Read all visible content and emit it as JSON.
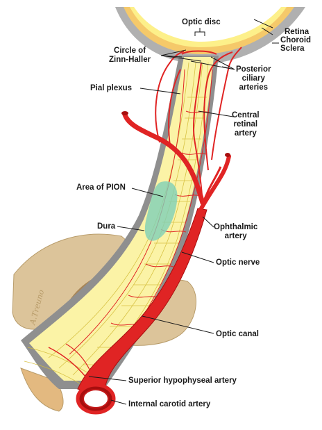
{
  "labels": {
    "optic_disc": "Optic disc",
    "retina": "Retina",
    "choroid": "Choroid",
    "sclera": "Sclera",
    "circle_zinn_line1": "Circle of",
    "circle_zinn_line2": "Zinn-Haller",
    "posterior_ciliary_line1": "Posterior",
    "posterior_ciliary_line2": "ciliary",
    "posterior_ciliary_line3": "arteries",
    "pial_plexus": "Pial plexus",
    "central_retinal_line1": "Central",
    "central_retinal_line2": "retinal",
    "central_retinal_line3": "artery",
    "area_pion": "Area of PION",
    "dura": "Dura",
    "ophthalmic_line1": "Ophthalmic",
    "ophthalmic_line2": "artery",
    "optic_nerve": "Optic nerve",
    "optic_canal": "Optic canal",
    "superior_hypophyseal": "Superior hypophyseal artery",
    "internal_carotid": "Internal carotid artery"
  },
  "signature": "A.Treuno",
  "colors": {
    "artery": "#e02424",
    "artery_dark": "#a80f0f",
    "nerve": "#fbf3a6",
    "nerve_fiber": "#d4bd3a",
    "dura": "#8f8f8f",
    "bone": "#dcc49a",
    "ischemic_area": "#7fd0b8"
  }
}
